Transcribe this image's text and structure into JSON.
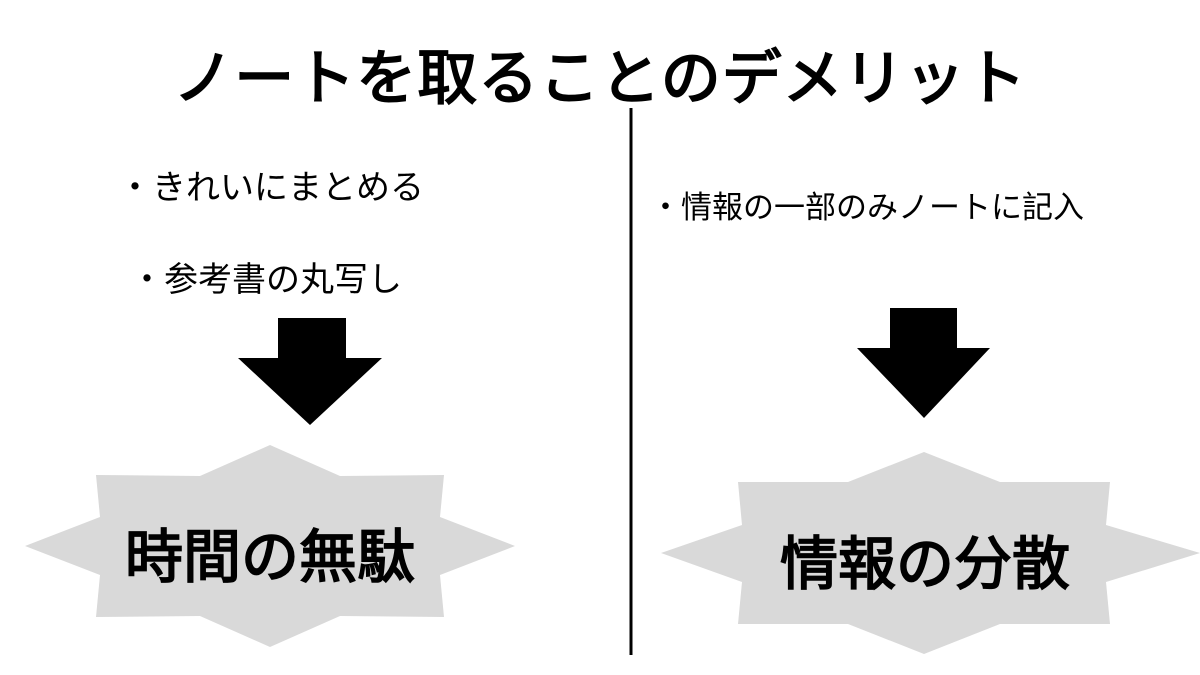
{
  "title": "ノートを取ることのデメリット",
  "left": {
    "bullets": [
      "・きれいにまとめる",
      "・参考書の丸写し"
    ],
    "result": "時間の無駄"
  },
  "right": {
    "bullets": [
      "・情報の一部のみノートに記入"
    ],
    "result": "情報の分散"
  },
  "colors": {
    "burst": "#d9d9d9",
    "arrow": "#000000",
    "divider": "#000000"
  }
}
